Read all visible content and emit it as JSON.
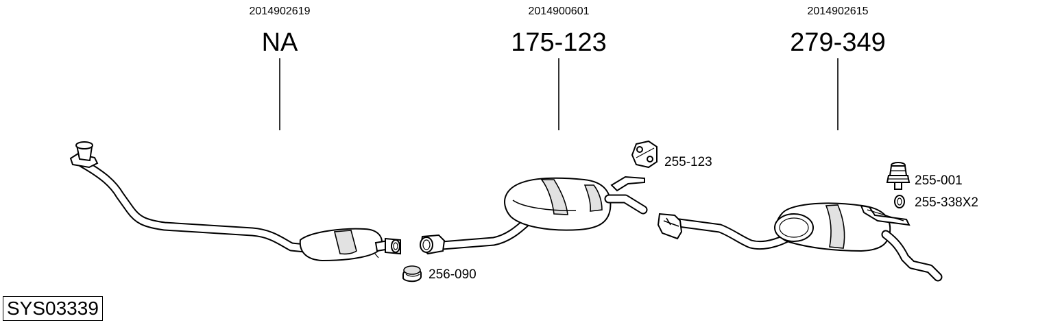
{
  "groups": [
    {
      "oe": "2014902619",
      "part": "NA"
    },
    {
      "oe": "2014900601",
      "part": "175-123"
    },
    {
      "oe": "2014902615",
      "part": "279-349"
    }
  ],
  "accessories": {
    "hanger_a": "255-123",
    "rubber_mount": "255-001",
    "ring": "255-338X2",
    "clamp": "256-090"
  },
  "system_code": "SYS03339",
  "colors": {
    "line": "#000000",
    "background": "#ffffff",
    "shade": "#e2e2e2"
  }
}
